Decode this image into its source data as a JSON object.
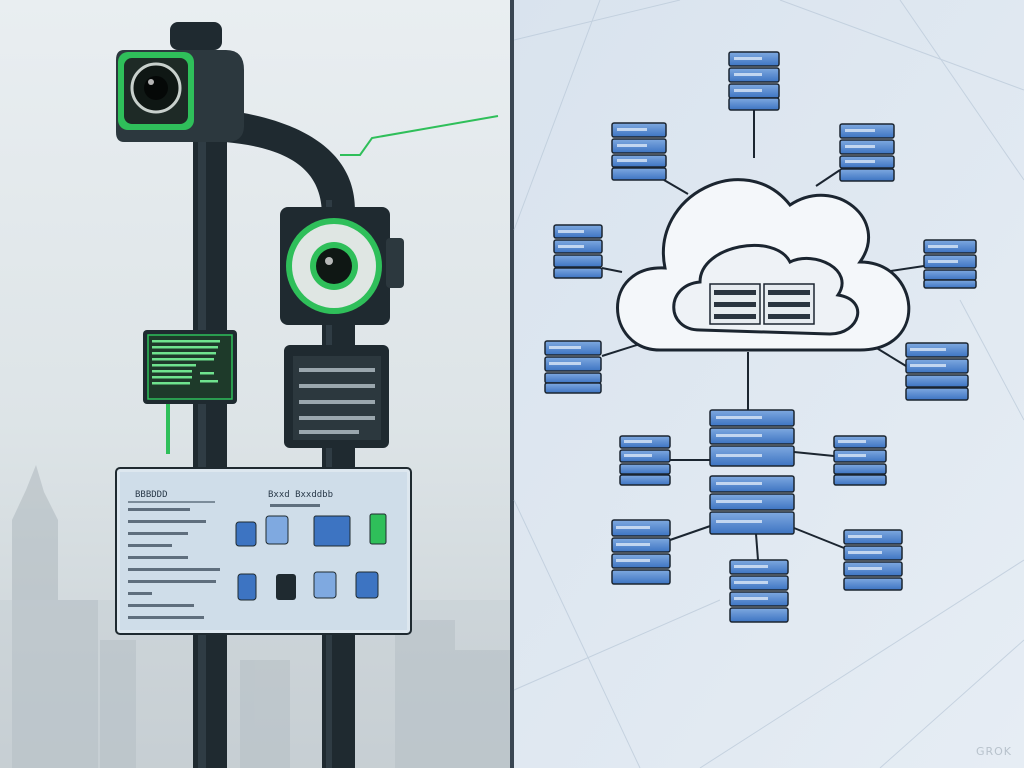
{
  "watermark": {
    "text": "GROK"
  },
  "left_panel": {
    "sign": {
      "title": "BBBDDD",
      "header_text": "Bxxd Bxxddbb"
    }
  },
  "colors": {
    "accent_green": "#2fbf5a",
    "server_blue": "#4f86cf",
    "outline_dark": "#1b2530"
  }
}
